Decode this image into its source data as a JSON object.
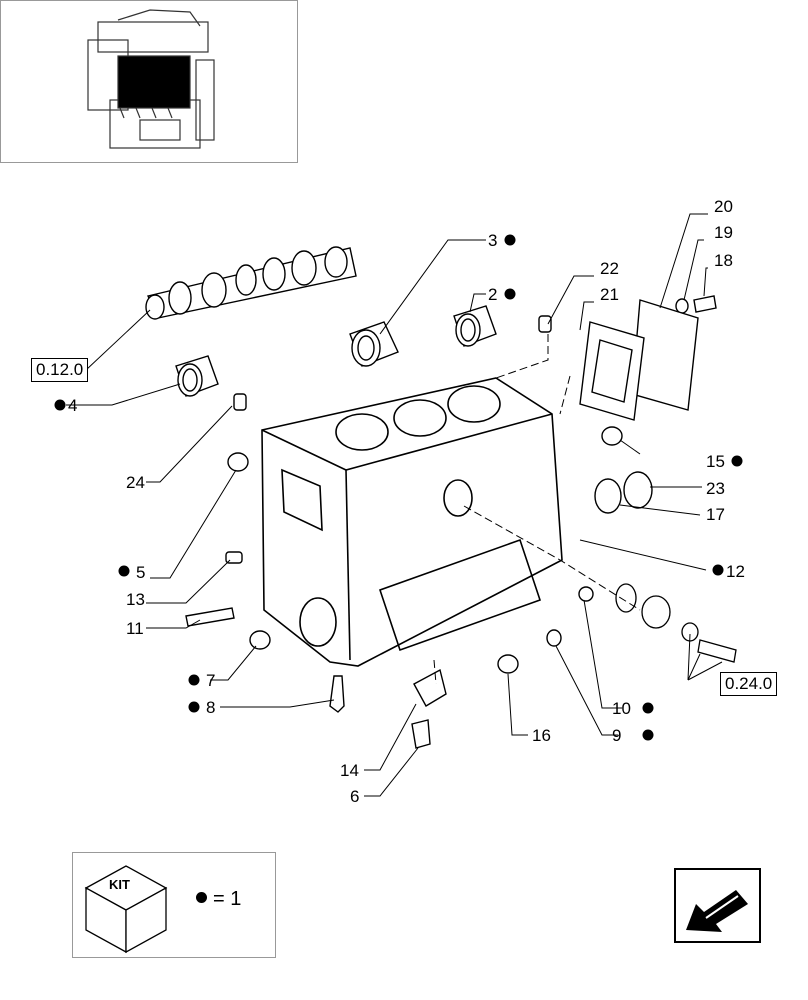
{
  "thumbnail": {
    "icon": "engine-thumbnail-icon"
  },
  "callouts": [
    {
      "num": "3",
      "dot": true
    },
    {
      "num": "2",
      "dot": true
    },
    {
      "num": "22",
      "dot": false
    },
    {
      "num": "21",
      "dot": false
    },
    {
      "num": "20",
      "dot": false
    },
    {
      "num": "19",
      "dot": false
    },
    {
      "num": "18",
      "dot": false
    },
    {
      "num": "4",
      "dot": true
    },
    {
      "num": "24",
      "dot": false
    },
    {
      "num": "15",
      "dot": true
    },
    {
      "num": "23",
      "dot": false
    },
    {
      "num": "17",
      "dot": false
    },
    {
      "num": "12",
      "dot": true
    },
    {
      "num": "5",
      "dot": true
    },
    {
      "num": "13",
      "dot": false
    },
    {
      "num": "11",
      "dot": false
    },
    {
      "num": "7",
      "dot": true
    },
    {
      "num": "8",
      "dot": true
    },
    {
      "num": "10",
      "dot": true
    },
    {
      "num": "9",
      "dot": true
    },
    {
      "num": "16",
      "dot": false
    },
    {
      "num": "14",
      "dot": false
    },
    {
      "num": "6",
      "dot": false
    }
  ],
  "references": {
    "camshaft_ref": "0.12.0",
    "pump_ref": "0.24.0"
  },
  "kit": {
    "label": "KIT",
    "equals": "= 1"
  },
  "nav": {
    "icon": "previous-page-arrow-icon"
  }
}
